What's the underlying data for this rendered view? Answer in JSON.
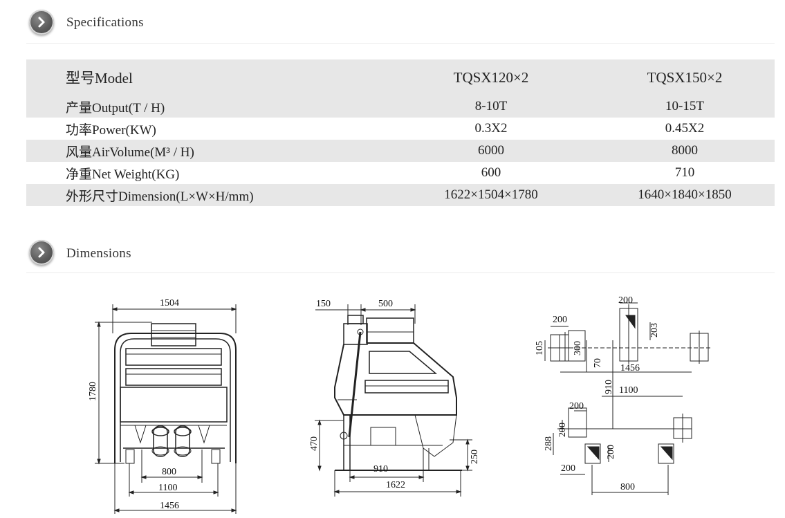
{
  "specifications": {
    "title": "Specifications",
    "header": {
      "label": "型号Model",
      "col1": "TQSX120×2",
      "col2": "TQSX150×2"
    },
    "rows": [
      {
        "label": "产量Output(T / H)",
        "col1": "8-10T",
        "col2": "10-15T"
      },
      {
        "label": "功率Power(KW)",
        "col1": "0.3X2",
        "col2": "0.45X2"
      },
      {
        "label": "风量AirVolume(M³ / H)",
        "col1": "6000",
        "col2": "8000"
      },
      {
        "label": "净重Net Weight(KG)",
        "col1": "600",
        "col2": "710"
      },
      {
        "label": "外形尺寸Dimension(L×W×H/mm)",
        "col1": "1622×1504×1780",
        "col2": "1640×1840×1850"
      }
    ]
  },
  "dimensions": {
    "title": "Dimensions",
    "front_view": {
      "width": "1504",
      "height": "1780",
      "inner_1": "800",
      "inner_2": "1100",
      "base": "1456"
    },
    "side_view": {
      "top_left": "150",
      "top_right": "500",
      "lower_left": "470",
      "bottom_inner": "910",
      "bottom_right": "250",
      "length": "1622"
    },
    "base_plan": {
      "a": "200",
      "b": "200",
      "c": "105",
      "d": "300",
      "e": "203",
      "f": "70",
      "g": "1456",
      "h": "910",
      "i": "1100",
      "j": "200",
      "k": "288",
      "l": "200",
      "m": "200",
      "n": "200",
      "o": "800"
    }
  }
}
